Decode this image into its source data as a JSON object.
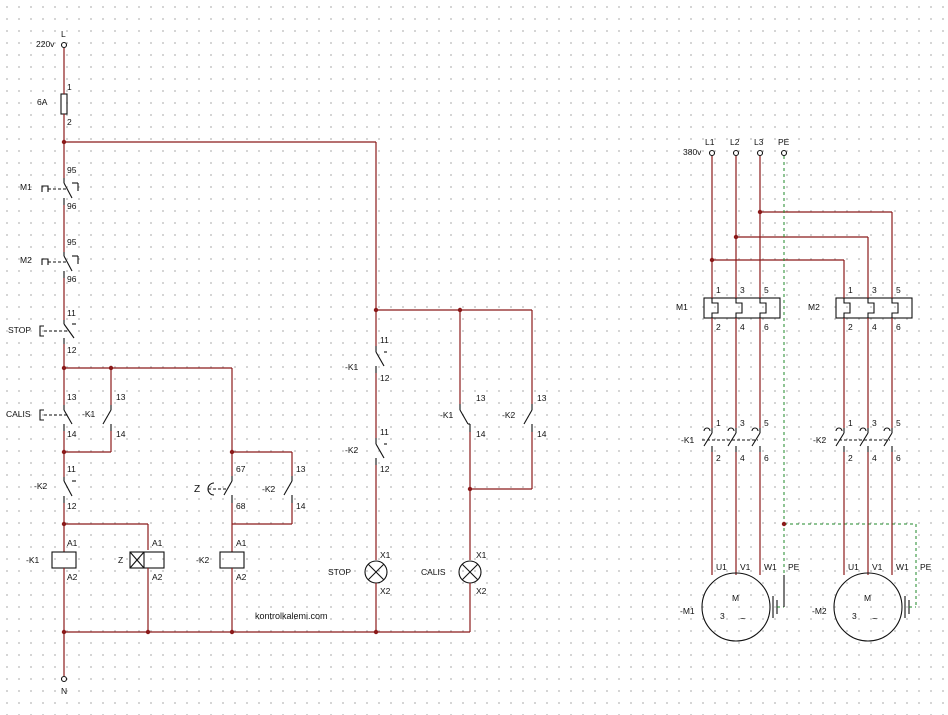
{
  "control": {
    "supply": {
      "voltage": "220v",
      "line": "L",
      "neutral": "N"
    },
    "fuse": {
      "rating": "6A",
      "pin_top": "1",
      "pin_bottom": "2"
    },
    "m1_overload": {
      "tag": "M1",
      "top": "95",
      "bottom": "96"
    },
    "m2_overload": {
      "tag": "M2",
      "top": "95",
      "bottom": "96"
    },
    "stop_button": {
      "tag": "STOP",
      "top": "11",
      "bottom": "12"
    },
    "calis_button": {
      "tag": "CALIS",
      "top": "13",
      "bottom": "14"
    },
    "k1_seal": {
      "tag": "-K1",
      "top": "13",
      "bottom": "14"
    },
    "k2_interlock": {
      "tag": "-K2",
      "top": "11",
      "bottom": "12"
    },
    "k1_coil": {
      "tag": "-K1",
      "a1": "A1",
      "a2": "A2"
    },
    "z_coil": {
      "tag": "Z",
      "a1": "A1",
      "a2": "A2"
    },
    "z_timer_contact": {
      "tag": "Z",
      "top": "67",
      "bottom": "68"
    },
    "k2_seal": {
      "tag": "-K2",
      "top": "13",
      "bottom": "14"
    },
    "k2_coil": {
      "tag": "-K2",
      "a1": "A1",
      "a2": "A2"
    },
    "watermark": "kontrolkalemi.com",
    "lamp_k1_contact": {
      "tag": "-K1",
      "top": "11",
      "bottom": "12"
    },
    "lamp_k2_contact": {
      "tag": "-K2",
      "top": "11",
      "bottom": "12"
    },
    "stop_lamp": {
      "tag": "STOP",
      "x1": "X1",
      "x2": "X2"
    },
    "lamp2_k1_contact": {
      "tag": "-K1",
      "top": "13",
      "bottom": "14"
    },
    "lamp2_k2_contact": {
      "tag": "-K2",
      "top": "13",
      "bottom": "14"
    },
    "calis_lamp": {
      "tag": "CALIS",
      "x1": "X1",
      "x2": "X2"
    }
  },
  "power": {
    "supply": {
      "voltage": "380v",
      "l1": "L1",
      "l2": "L2",
      "l3": "L3",
      "pe": "PE"
    },
    "m1_relay": {
      "tag": "M1",
      "top": [
        "1",
        "3",
        "5"
      ],
      "bottom": [
        "2",
        "4",
        "6"
      ]
    },
    "m2_relay": {
      "tag": "M2",
      "top": [
        "1",
        "3",
        "5"
      ],
      "bottom": [
        "2",
        "4",
        "6"
      ]
    },
    "k1_contactor": {
      "tag": "-K1",
      "top": [
        "1",
        "3",
        "5"
      ],
      "bottom": [
        "2",
        "4",
        "6"
      ]
    },
    "k2_contactor": {
      "tag": "-K2",
      "top": [
        "1",
        "3",
        "5"
      ],
      "bottom": [
        "2",
        "4",
        "6"
      ]
    },
    "motor1": {
      "tag": "-M1",
      "terminals": [
        "U1",
        "V1",
        "W1",
        "PE"
      ],
      "symbol": "M",
      "phases": "3",
      "ac": "~"
    },
    "motor2": {
      "tag": "-M2",
      "terminals": [
        "U1",
        "V1",
        "W1",
        "PE"
      ],
      "symbol": "M",
      "phases": "3",
      "ac": "~"
    }
  },
  "colors": {
    "wire": "#8b1a1a",
    "ground": "#1f8a2a",
    "symbol": "#111111"
  }
}
